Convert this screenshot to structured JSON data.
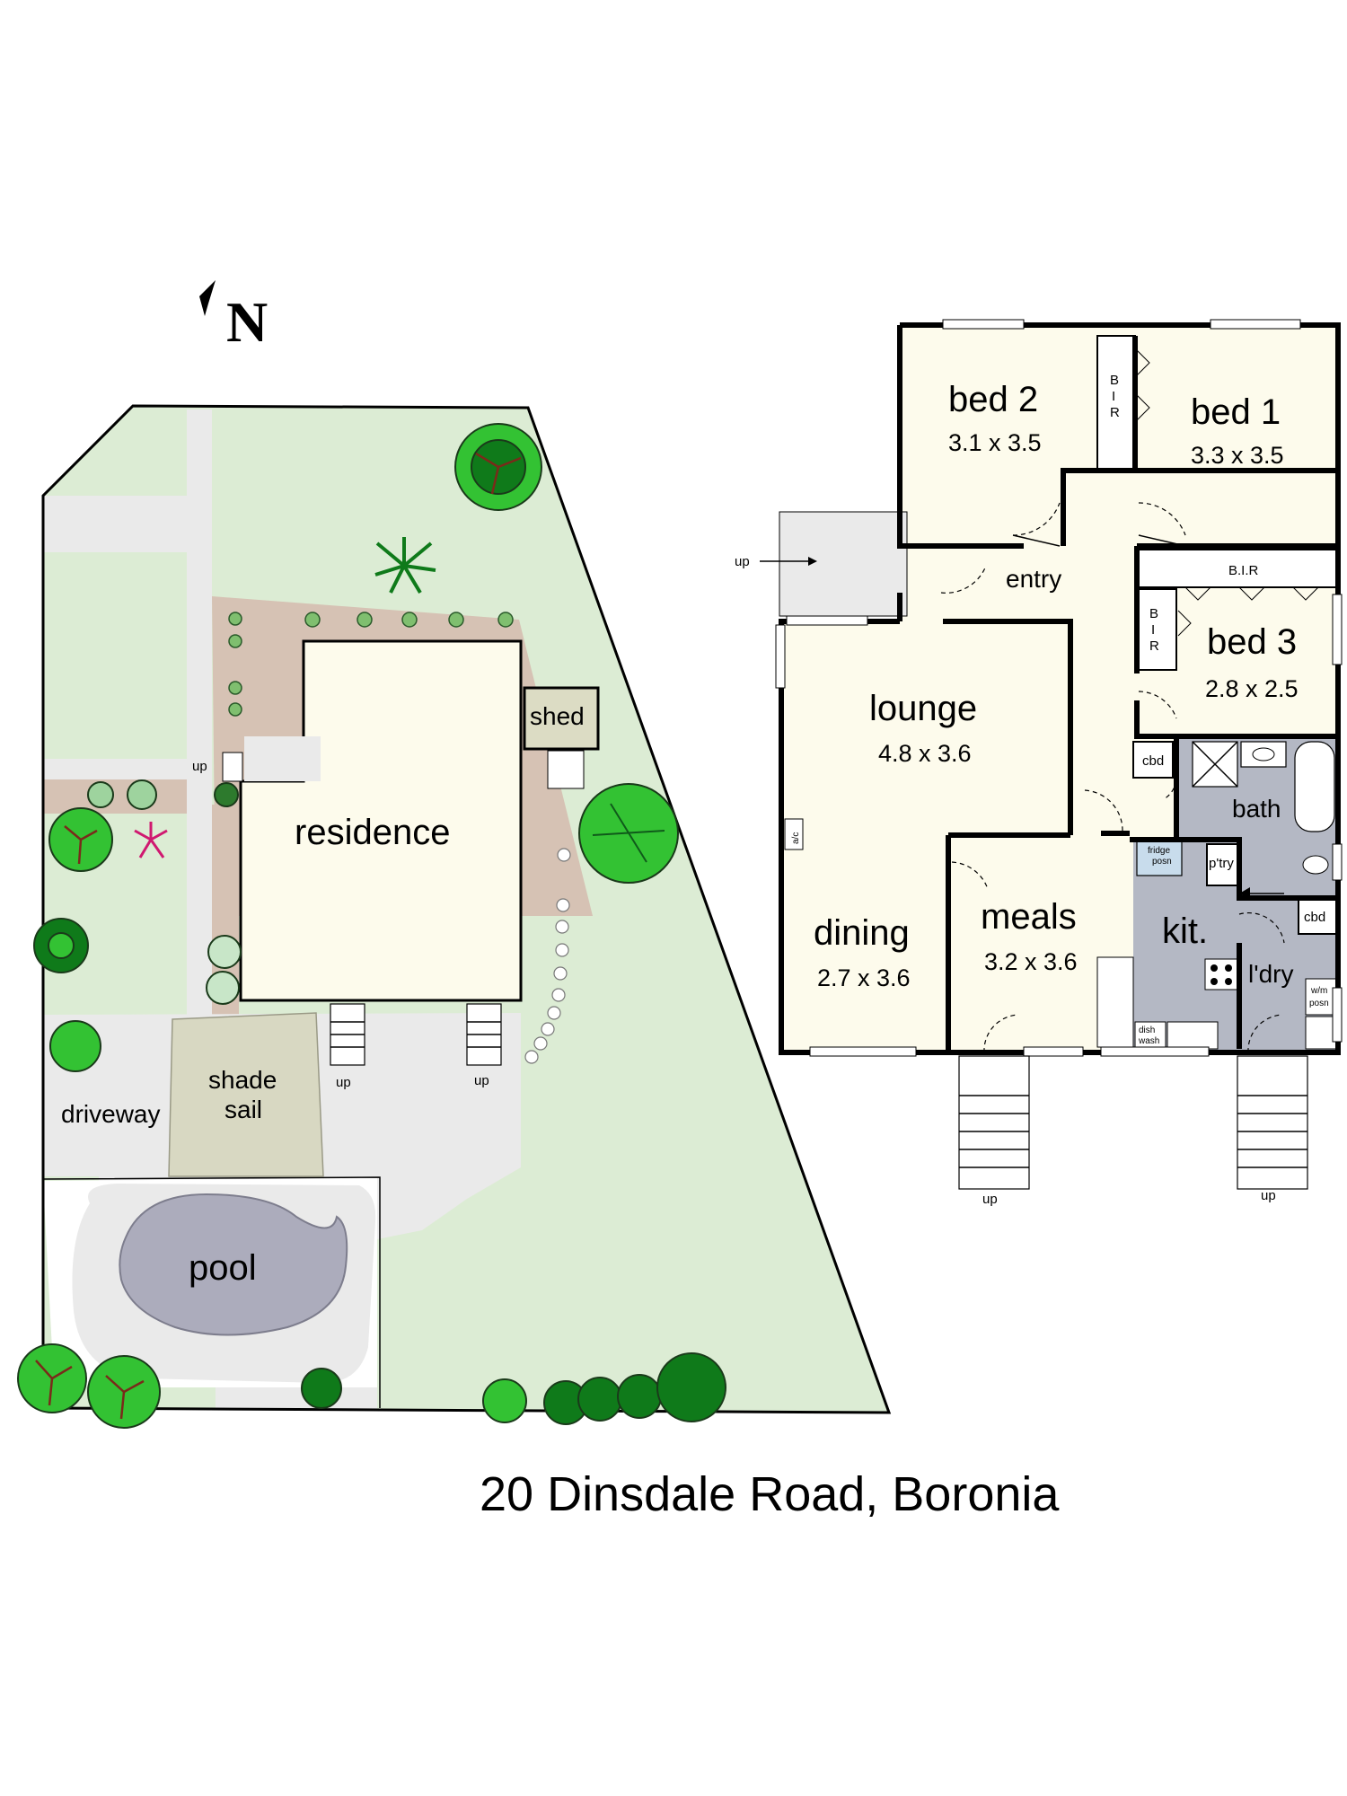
{
  "title": "20 Dinsdale Road, Boronia",
  "north_label": "N",
  "site": {
    "residence": "residence",
    "shed": "shed",
    "shade_sail_line1": "shade",
    "shade_sail_line2": "sail",
    "driveway": "driveway",
    "pool": "pool",
    "up": "up"
  },
  "floorplan": {
    "rooms": {
      "bed2": {
        "name": "bed 2",
        "dim": "3.1 x 3.5"
      },
      "bed1": {
        "name": "bed 1",
        "dim": "3.3 x 3.5"
      },
      "bed3": {
        "name": "bed 3",
        "dim": "2.8 x 2.5"
      },
      "lounge": {
        "name": "lounge",
        "dim": "4.8 x 3.6"
      },
      "dining": {
        "name": "dining",
        "dim": "2.7 x 3.6"
      },
      "meals": {
        "name": "meals",
        "dim": "3.2 x 3.6"
      }
    },
    "labels": {
      "entry": "entry",
      "bath": "bath",
      "kit": "kit.",
      "ldry": "l'dry",
      "ptry": "p'try",
      "cbd": "cbd",
      "bir": "B.I.R",
      "b": "B",
      "i": "I",
      "r": "R",
      "ac": "a/c",
      "fridge1": "fridge",
      "fridge2": "posn",
      "dish1": "dish",
      "dish2": "wash",
      "wm1": "w/m",
      "wm2": "posn",
      "up": "up"
    }
  },
  "colors": {
    "lawn": "#dcecd4",
    "paving": "#eaeaea",
    "garden_bed": "#d6c2b4",
    "building": "#fdfbec",
    "wet_area": "#b4b8c4",
    "pool": "#acacbc",
    "shade_sail": "#d8d8c2",
    "shed": "#dcdcc4",
    "tree_dark": "#0f7a1a",
    "tree_light": "#33c233"
  }
}
